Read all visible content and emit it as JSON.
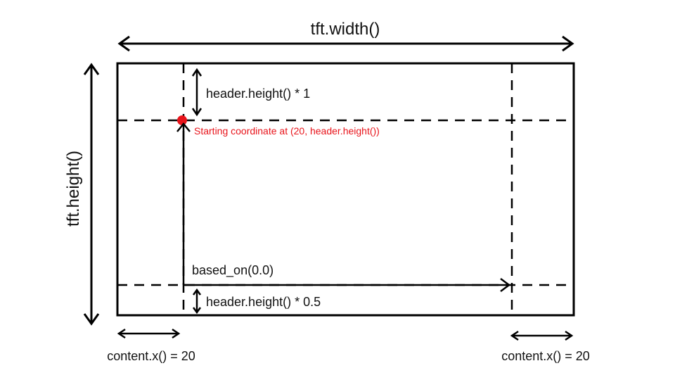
{
  "colors": {
    "line": "#000000",
    "highlight": "#e8141b",
    "background": "#ffffff"
  },
  "labels": {
    "tft_width": "tft.width()",
    "tft_height": "tft.height()",
    "header_top": "header.height() * 1",
    "starting_coordinate": "Starting coordinate at (20, header.height())",
    "based_on": "based_on(0.0)",
    "header_bottom": "header.height() * 0.5",
    "content_x_left": "content.x() = 20",
    "content_x_right": "content.x() = 20"
  },
  "icons": {
    "start_point": "red-dot-icon"
  }
}
